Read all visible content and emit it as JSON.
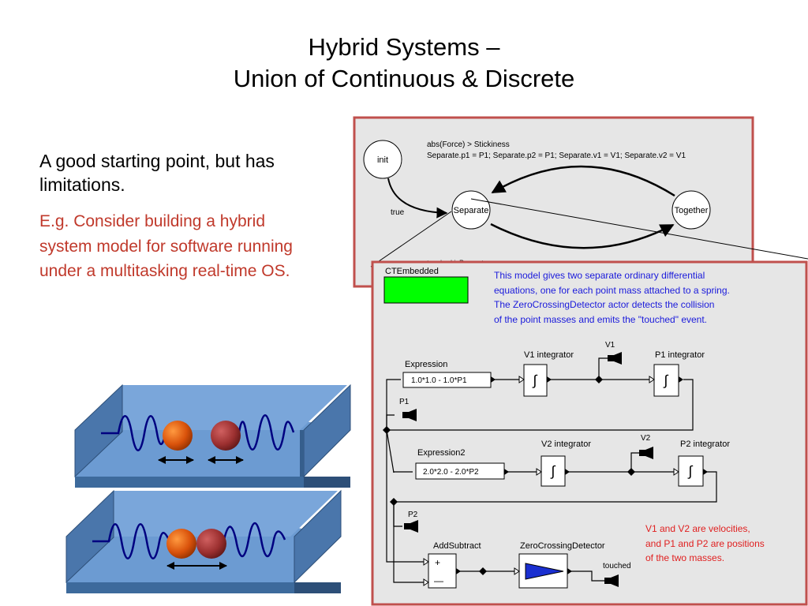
{
  "title": {
    "line1": "Hybrid Systems –",
    "line2": "Union of Continuous & Discrete"
  },
  "bullet": {
    "text": "A good starting point, but has limitations.",
    "sub": "E.g. Consider building a hybrid system model for software running under a multitasking real-time OS."
  },
  "fsm": {
    "guard_label": "abs(Force) > Stickiness",
    "action_label": "Separate.p1 = P1; Separate.p2 = P1; Separate.v1 = V1; Separate.v2 = V1",
    "init": "init",
    "true_label": "true",
    "separate": "Separate",
    "together": "Together",
    "hidden_label": "touched.isPresent"
  },
  "ct": {
    "label": "CTEmbedded",
    "description": [
      "This model gives two separate ordinary differential",
      "equations, one for each point mass attached to a spring.",
      "The ZeroCrossingDetector actor detects the collision",
      "of the point masses and emits the \"touched\" event."
    ],
    "expression": "Expression",
    "expression_value": "1.0*1.0 - 1.0*P1",
    "expression2": "Expression2",
    "expression2_value": "2.0*2.0 - 2.0*P2",
    "v1_integrator": "V1 integrator",
    "p1_integrator": "P1 integrator",
    "v2_integrator": "V2 integrator",
    "p2_integrator": "P2 integrator",
    "v1": "V1",
    "v2": "V2",
    "p1": "P1",
    "p2": "P2",
    "addsubtract": "AddSubtract",
    "plus": "+",
    "minus": "—",
    "zcd": "ZeroCrossingDetector",
    "touched": "touched",
    "note": [
      "V1 and V2 are velocities,",
      "and P1 and P2 are positions",
      "of the two masses."
    ]
  },
  "colors": {
    "frame": "#c0504d",
    "desc": "#1a1adb",
    "note": "#e02020",
    "green": "#00ff00",
    "tray": "#5f8ec4",
    "tray_wall": "#3d6a9c",
    "spring": "#000080"
  }
}
